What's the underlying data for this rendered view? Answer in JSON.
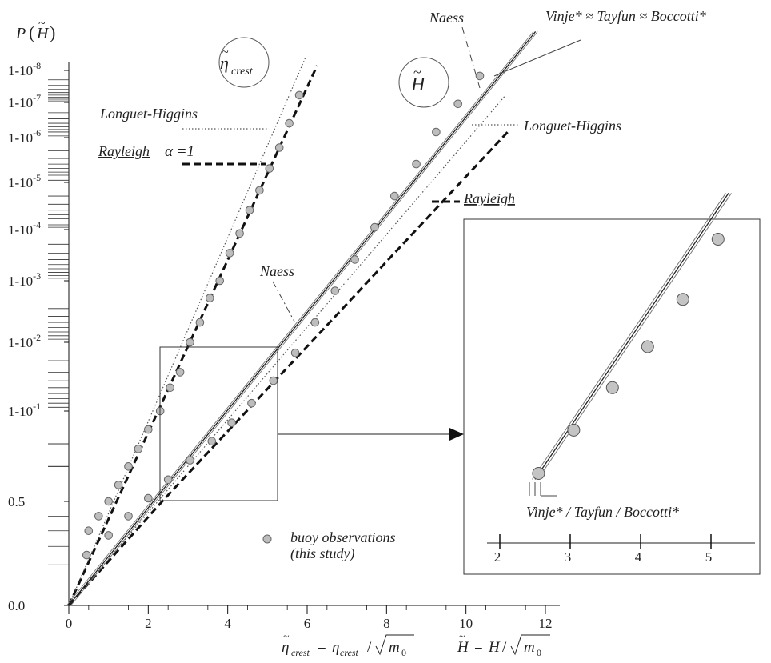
{
  "chart_data": {
    "type": "scatter",
    "title": "",
    "y_label": "P(H̃)",
    "x_label_crest": "η̃crest = ηcrest / √m0",
    "x_label_height": "H̃ = H / √m0",
    "xlim": [
      0,
      12
    ],
    "x_ticks": [
      "0",
      "2",
      "4",
      "6",
      "8",
      "10",
      "12"
    ],
    "y_ticks": [
      "1-10-8",
      "1-10-7",
      "1-10-6",
      "1-10-5",
      "1-10-4",
      "1-10-3",
      "1-10-2",
      "1-10-1",
      "0.5",
      "0.0"
    ],
    "y_ticks_display": [
      {
        "base": "1-10",
        "exp": "-8"
      },
      {
        "base": "1-10",
        "exp": "-7"
      },
      {
        "base": "1-10",
        "exp": "-6"
      },
      {
        "base": "1-10",
        "exp": "-5"
      },
      {
        "base": "1-10",
        "exp": "-4"
      },
      {
        "base": "1-10",
        "exp": "-3"
      },
      {
        "base": "1-10",
        "exp": "-2"
      },
      {
        "base": "1-10",
        "exp": "-1"
      },
      {
        "base": "0.5",
        "exp": ""
      },
      {
        "base": "0.0",
        "exp": ""
      }
    ],
    "panel_labels": {
      "crest": "η̃crest",
      "height": "H̃"
    },
    "series": [
      {
        "name": "buoy observations (this study)",
        "group": "crest",
        "x": [
          0.5,
          0.75,
          1.0,
          1.25,
          1.5,
          1.75,
          2.0,
          2.3,
          2.55,
          2.8,
          3.05,
          3.3,
          3.55,
          3.8,
          4.05,
          4.3,
          4.55,
          4.8,
          5.05,
          5.3,
          5.55,
          5.8
        ],
        "y": [
          0.3,
          0.4,
          0.5,
          0.6,
          0.7,
          0.78,
          0.85,
          0.9,
          0.95,
          0.97,
          0.99,
          0.995,
          0.998,
          0.999,
          0.9997,
          0.99988,
          0.99996,
          0.999985,
          0.999995,
          0.9999983,
          0.9999996,
          0.99999994
        ]
      },
      {
        "name": "buoy observations (this study)",
        "group": "height",
        "x": [
          0.45,
          1.0,
          1.5,
          2.0,
          2.5,
          3.05,
          3.6,
          4.1,
          4.6,
          5.15,
          5.7,
          6.2,
          6.7,
          7.2,
          7.7,
          8.2,
          8.75,
          9.25,
          9.8,
          10.35
        ],
        "y": [
          0.15,
          0.27,
          0.4,
          0.52,
          0.63,
          0.73,
          0.81,
          0.87,
          0.92,
          0.96,
          0.985,
          0.995,
          0.9985,
          0.9996,
          0.99991,
          0.99998,
          0.999996,
          0.9999993,
          0.99999989,
          0.999999985
        ]
      },
      {
        "name": "Rayleigh α =1",
        "group": "crest",
        "style": "dashed-heavy",
        "x": [
          0.0,
          6.25
        ],
        "y": [
          0.0,
          0.999999993
        ]
      },
      {
        "name": "Longuet-Higgins",
        "group": "crest",
        "style": "dotted",
        "x": [
          0.0,
          5.95
        ],
        "y": [
          0.0,
          0.999999996
        ]
      },
      {
        "name": "Rayleigh",
        "group": "height",
        "style": "dashed-heavy",
        "x": [
          0.0,
          2.35,
          11.05
        ],
        "y": [
          0.0,
          0.5,
          0.9999993
        ]
      },
      {
        "name": "Longuet-Higgins",
        "group": "height",
        "style": "dotted",
        "x": [
          0.0,
          11.0
        ],
        "y": [
          0.0,
          0.99999994
        ]
      },
      {
        "name": "Naess",
        "group": "height",
        "style": "dash-dot",
        "x": [
          0.0,
          11.75
        ],
        "y": [
          0.0,
          0.9999999995
        ]
      },
      {
        "name": "Vinje* ≈ Tayfun ≈ Boccotti*",
        "group": "height",
        "style": "solid-triple",
        "x": [
          0.0,
          11.75
        ],
        "y": [
          0.0,
          0.9999999995
        ]
      }
    ],
    "annotations": {
      "naess_top": "Naess",
      "vinje_top": "Vinje* ≈ Tayfun ≈ Boccotti*",
      "lh_crest": "Longuet-Higgins",
      "rayleigh_crest": "Rayleigh",
      "alpha": "α =1",
      "naess_mid": "Naess",
      "lh_height": "Longuet-Higgins",
      "rayleigh_height": "Rayleigh",
      "legend_line1": "buoy observations",
      "legend_line2": "(this study)"
    },
    "inset": {
      "label": "Vinje* / Tayfun / Boccotti*",
      "xlim": [
        1.9,
        5.6
      ],
      "x_ticks": [
        "2",
        "3",
        "4",
        "5"
      ],
      "x": [
        2.55,
        3.05,
        3.6,
        4.1,
        4.6,
        5.1
      ],
      "y": [
        0.63,
        0.73,
        0.81,
        0.87,
        0.92,
        0.96
      ]
    },
    "grid": false,
    "legend_position": "bottom-center"
  }
}
